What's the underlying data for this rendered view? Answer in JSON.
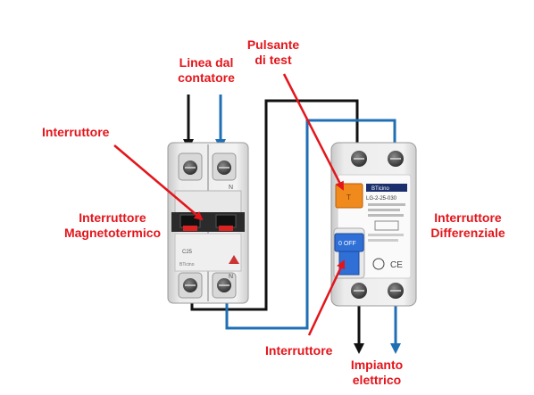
{
  "labels": {
    "linea_dal_contatore": "Linea dal\ncontatore",
    "pulsante_di_test": "Pulsante\ndi test",
    "interruttore_left": "Interruttore",
    "interruttore_magnetotermico": "Interruttore\nMagnetotermico",
    "interruttore_differenziale": "Interruttore\nDifferenziale",
    "interruttore_bottom": "Interruttore",
    "impianto_elettrico": "Impianto\nelettrico"
  },
  "mcb": {
    "terminal_n_top": "N",
    "terminal_n_bottom": "N",
    "rating": "C25",
    "brand": "BTicino"
  },
  "rcd": {
    "brand": "BTicino",
    "model": "LG-2-25-030",
    "toggle_off": "0 OFF",
    "test_button": "T"
  },
  "colors": {
    "label_red": "#e3151b",
    "wire_black": "#111111",
    "wire_blue": "#1f6fb4",
    "arrow_red": "#e3151b",
    "test_orange": "#f08a1c",
    "toggle_blue": "#2f6fd6"
  }
}
